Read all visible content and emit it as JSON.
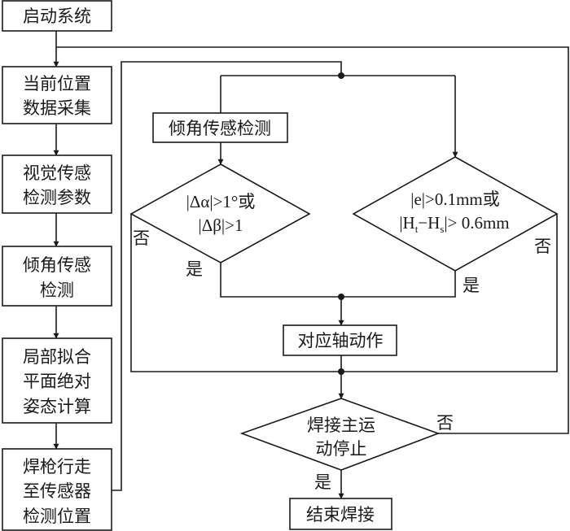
{
  "diagram": {
    "type": "flowchart",
    "main_steps": [
      {
        "id": "start",
        "lines": [
          "启动系统"
        ]
      },
      {
        "id": "collect",
        "lines": [
          "当前位置",
          "数据采集"
        ]
      },
      {
        "id": "vision",
        "lines": [
          "视觉传感",
          "检测参数"
        ]
      },
      {
        "id": "tilt",
        "lines": [
          "倾角传感",
          "检测"
        ]
      },
      {
        "id": "fit",
        "lines": [
          "局部拟合",
          "平面绝对",
          "姿态计算"
        ]
      },
      {
        "id": "move",
        "lines": [
          "焊枪行走",
          "至传感器",
          "检测位置"
        ]
      }
    ],
    "loop_box": {
      "label": "倾角传感检测"
    },
    "decision_left": {
      "line1": "|Δα|>1°或",
      "line2": "|Δβ|>1"
    },
    "decision_right": {
      "line1": "|e|>0.1mm或",
      "line2_a": "|H",
      "sub_t": "t",
      "minus": "−H",
      "sub_s": "s",
      "line2_b": "|> 0.6mm"
    },
    "action_box": {
      "label": "对应轴动作"
    },
    "decision_stop": {
      "line1": "焊接主运",
      "line2": "动停止"
    },
    "end_box": {
      "label": "结束焊接"
    },
    "yes": "是",
    "no": "否"
  }
}
